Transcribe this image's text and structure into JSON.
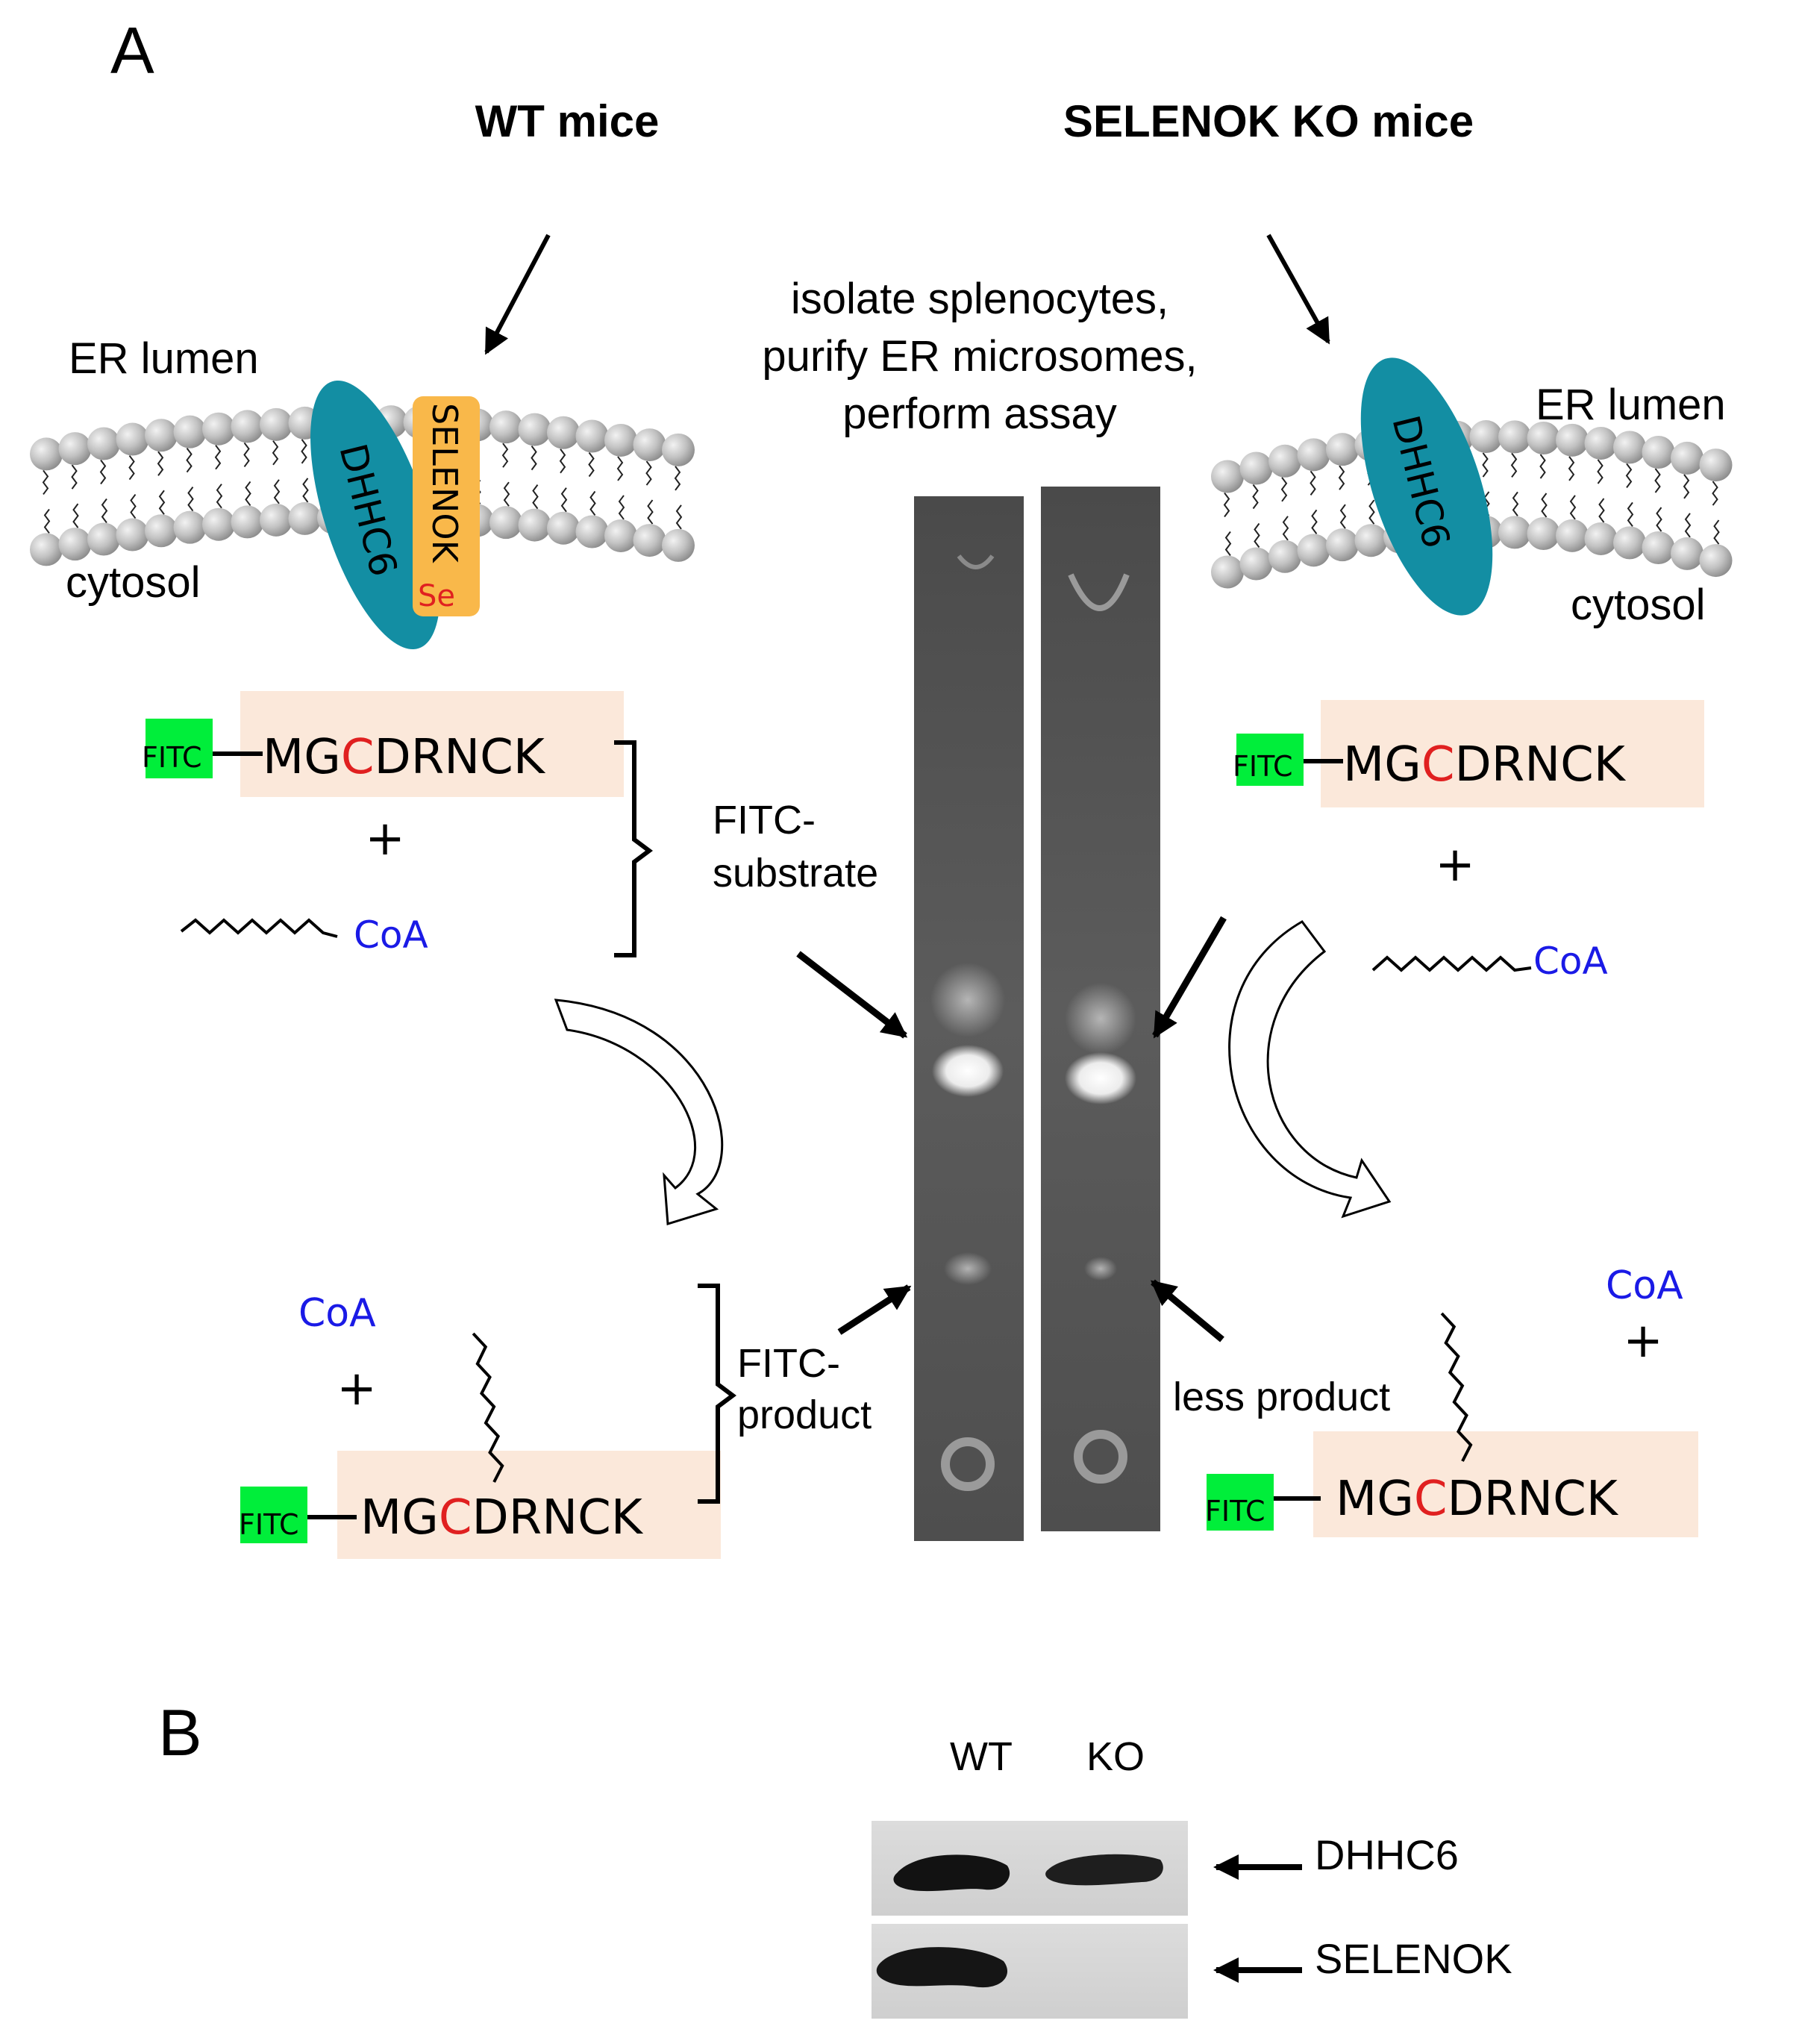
{
  "panel_a": "A",
  "panel_b": "B",
  "wt_title": "WT mice",
  "ko_title": "SELENOK KO mice",
  "method_lines": [
    "isolate splenocytes,",
    "purify ER microsomes,",
    "perform assay"
  ],
  "er_lumen": "ER lumen",
  "cytosol": "cytosol",
  "dhhc6": "DHHC6",
  "selenok": "SELENOK",
  "se": "Se",
  "fitc": "FITC",
  "seq_pre": "MG",
  "seq_c": "C",
  "seq_post": "DRNCK",
  "plus": "+",
  "coa": "CoA",
  "fitc_substrate": [
    "FITC-",
    "substrate"
  ],
  "fitc_product": [
    "FITC-",
    "product"
  ],
  "less_product": "less product",
  "blot": {
    "lanes": [
      "WT",
      "KO"
    ],
    "bands": [
      "DHHC6",
      "SELENOK"
    ]
  },
  "colors": {
    "membrane_bead": "#bfbfbf",
    "dhhc6": "#138ea3",
    "selenok": "#f9b84a",
    "fitc_tag": "#00ee3a",
    "peptide_box": "#fbe8da",
    "cys_red": "#e02020",
    "coa_blue": "#1a1ae6"
  }
}
